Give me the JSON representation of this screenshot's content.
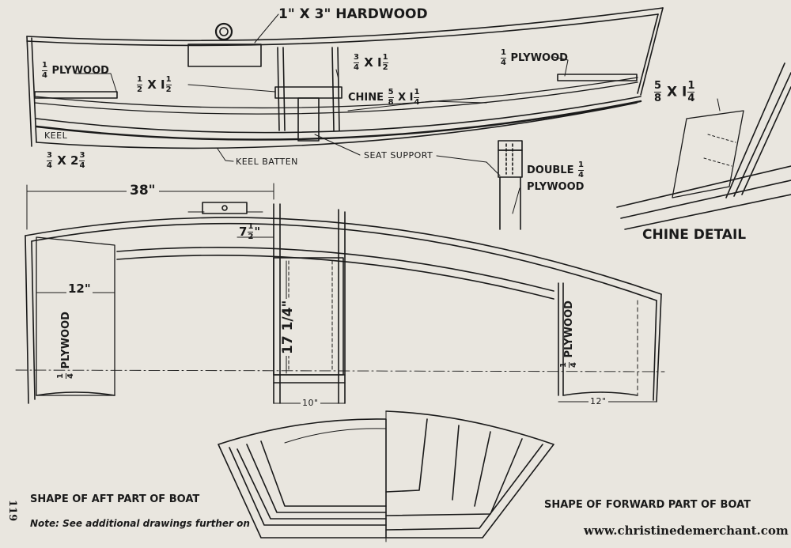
{
  "side_view": {
    "hardwood": "1\" X 3\" HARDWOOD",
    "plywood_left": "PLYWOOD",
    "plywood_left_frac": {
      "num": "1",
      "den": "4"
    },
    "cleat_a_whole": "X",
    "cleat_a_frac1": {
      "num": "1",
      "den": "2"
    },
    "cleat_a_frac2": {
      "num": "1",
      "den": "2"
    },
    "cleat_b_frac1": {
      "num": "3",
      "den": "4"
    },
    "cleat_b_mid": "X I",
    "cleat_b_frac2": {
      "num": "1",
      "den": "2"
    },
    "plywood_right": "PLYWOOD",
    "plywood_right_frac": {
      "num": "1",
      "den": "4"
    },
    "chine": "CHINE",
    "chine_frac1": {
      "num": "5",
      "den": "8"
    },
    "chine_mid": "X I",
    "chine_frac2": {
      "num": "1",
      "den": "4"
    },
    "keel": "KEEL",
    "keel_size_frac1": {
      "num": "3",
      "den": "4"
    },
    "keel_size_mid": "X 2",
    "keel_size_frac2": {
      "num": "3",
      "den": "4"
    },
    "keel_batten": "KEEL BATTEN",
    "seat_support": "SEAT SUPPORT",
    "double": "DOUBLE",
    "double_frac": {
      "num": "1",
      "den": "4"
    },
    "double_plywood": "PLYWOOD"
  },
  "chine_detail": {
    "frac1": {
      "num": "5",
      "den": "8"
    },
    "mid": "X I",
    "frac2": {
      "num": "1",
      "den": "4"
    },
    "title": "CHINE DETAIL"
  },
  "plan_view": {
    "dim_38": "38\"",
    "dim_7_whole": "7",
    "dim_7_frac": {
      "num": "1",
      "den": "2"
    },
    "dim_12_left": "12\"",
    "plywood_a": "PLYWOOD",
    "plywood_a_frac": {
      "num": "1",
      "den": "4"
    },
    "dim_17": "17 1/4\"",
    "dim_10": "10\"",
    "plywood_b": "PLYWOOD",
    "plywood_b_frac": {
      "num": "1",
      "den": "4"
    },
    "dim_12_right": "12\""
  },
  "bottom": {
    "aft_title": "SHAPE OF AFT PART OF BOAT",
    "note": "Note:  See additional drawings further on",
    "fwd_title": "SHAPE OF FORWARD PART OF BOAT",
    "url": "www.christinedemerchant.com",
    "page_number": "119"
  },
  "colors": {
    "paper": "#e9e6df",
    "ink": "#1a1a1a"
  }
}
